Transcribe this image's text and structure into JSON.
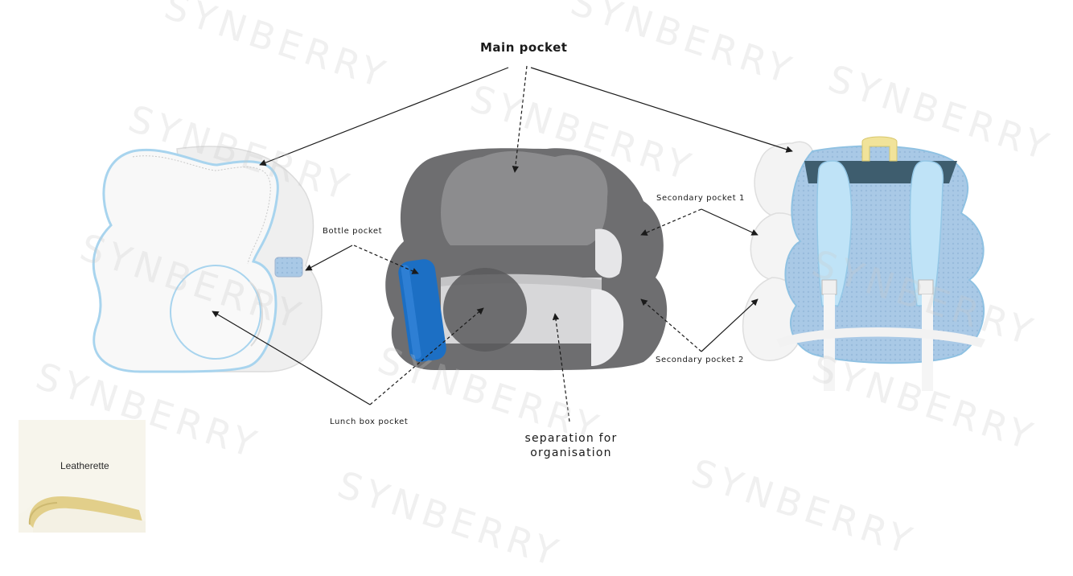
{
  "labels": {
    "main_pocket": "Main pocket",
    "bottle_pocket": "Bottle pocket",
    "lunch_box_pocket": "Lunch box pocket",
    "separation": "separation for organisation",
    "secondary_pocket_1": "Secondary pocket 1",
    "secondary_pocket_2": "Secondary pocket 2"
  },
  "material_swatch": {
    "label": "Leatherette"
  },
  "watermark": {
    "text": "SYNBERRY"
  },
  "colors": {
    "bag_outline": "#a8d4ee",
    "center_dark": "#6e6e70",
    "center_mid": "#8c8c8e",
    "bottle_blue": "#1c6fc4",
    "strap_blue": "#bfe3f7",
    "handle_yellow": "#f1e39a"
  }
}
